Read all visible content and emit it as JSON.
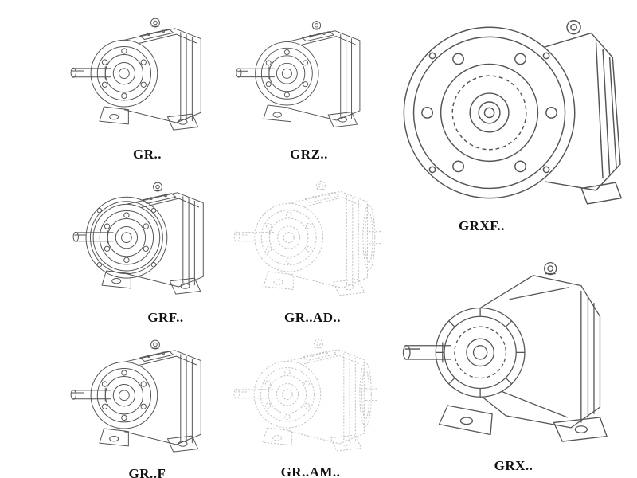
{
  "page": {
    "background": "#ffffff"
  },
  "colors": {
    "line": "#555555",
    "ghost_line": "#c3c3c3",
    "label": "#111111"
  },
  "items": [
    {
      "label": "GR..",
      "variant": "helical-gearbox-foot-mounted"
    },
    {
      "label": "GRZ..",
      "variant": "helical-gearbox-foot-mounted"
    },
    {
      "label": "GRXF..",
      "variant": "helical-gearbox-flange-front-view"
    },
    {
      "label": "GRF..",
      "variant": "helical-gearbox-front-flange"
    },
    {
      "label": "GR..AD..",
      "variant": "helical-gearbox-input-adapter-ghost"
    },
    {
      "label": "GR..F",
      "variant": "helical-gearbox-foot-mounted"
    },
    {
      "label": "GR..AM..",
      "variant": "helical-gearbox-motor-adapter-ghost"
    },
    {
      "label": "GRX..",
      "variant": "helical-gearbox-large-foot-mounted"
    }
  ]
}
